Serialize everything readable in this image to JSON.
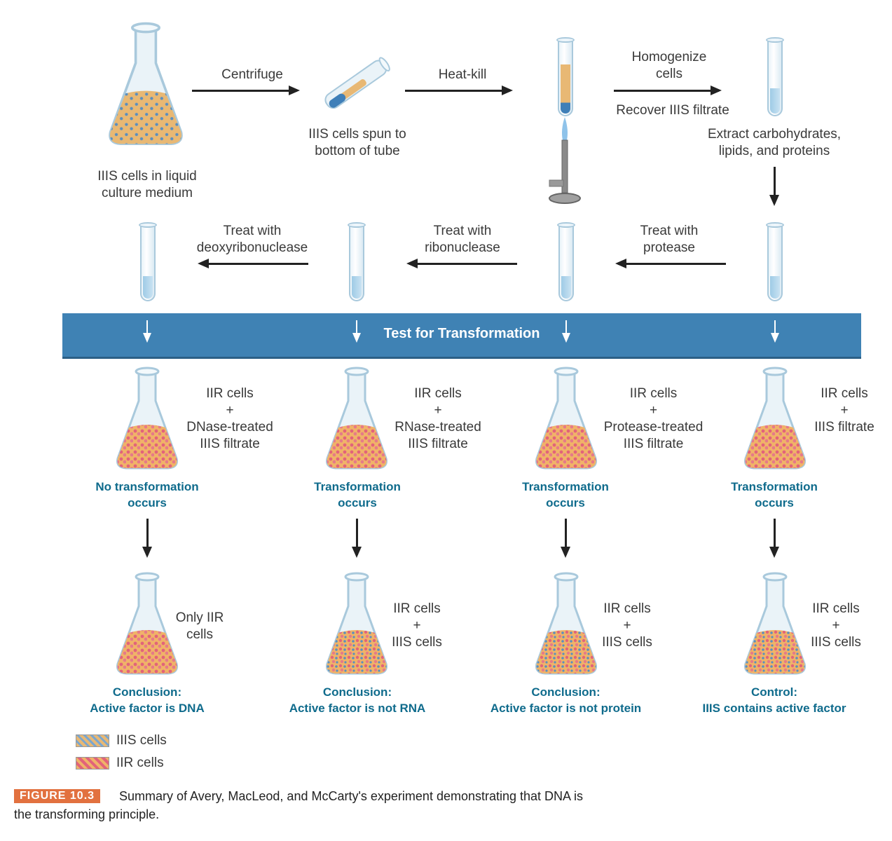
{
  "top_row": {
    "flask_label": [
      "IIIS cells in liquid",
      "culture medium"
    ],
    "step1_label": "Centrifuge",
    "spun_tube_label": [
      "IIIS cells spun to",
      "bottom of tube"
    ],
    "step2_label": "Heat-kill",
    "step3_label_top": [
      "Homogenize",
      "cells"
    ],
    "step3_label_bottom": "Recover IIIS filtrate",
    "extract_label": [
      "Extract carbohydrates,",
      "lipids, and proteins"
    ]
  },
  "treatment_row": {
    "treat_dnase": [
      "Treat with",
      "deoxyribonuclease"
    ],
    "treat_rnase": [
      "Treat with",
      "ribonuclease"
    ],
    "treat_protease": [
      "Treat with",
      "protease"
    ]
  },
  "banner": {
    "title": "Test for Transformation",
    "color": "#3f82b4"
  },
  "test_row": [
    {
      "mix": [
        "IIR cells",
        "+",
        "DNase-treated",
        "IIIS filtrate"
      ],
      "result": [
        "No transformation",
        "occurs"
      ]
    },
    {
      "mix": [
        "IIR cells",
        "+",
        "RNase-treated",
        "IIIS filtrate"
      ],
      "result": [
        "Transformation",
        "occurs"
      ]
    },
    {
      "mix": [
        "IIR cells",
        "+",
        "Protease-treated",
        "IIIS filtrate"
      ],
      "result": [
        "Transformation",
        "occurs"
      ]
    },
    {
      "mix": [
        "IIR cells",
        "+",
        "IIIS filtrate"
      ],
      "result": [
        "Transformation",
        "occurs"
      ]
    }
  ],
  "outcome_row": [
    {
      "contents": [
        "Only IIR",
        "cells"
      ],
      "conclusion": [
        "Conclusion:",
        "Active factor is DNA"
      ]
    },
    {
      "contents": [
        "IIR cells",
        "+",
        "IIIS cells"
      ],
      "conclusion": [
        "Conclusion:",
        "Active factor is not RNA"
      ]
    },
    {
      "contents": [
        "IIR cells",
        "+",
        "IIIS cells"
      ],
      "conclusion": [
        "Conclusion:",
        "Active factor is not protein"
      ]
    },
    {
      "contents": [
        "IIR cells",
        "+",
        "IIIS cells"
      ],
      "conclusion": [
        "Control:",
        "IIIS contains active factor"
      ]
    }
  ],
  "legend": [
    {
      "label": "IIIS cells",
      "swatch": "iiis"
    },
    {
      "label": "IIR cells",
      "swatch": "iir"
    }
  ],
  "figure": {
    "tag": "FIGURE 10.3",
    "tag_color": "#e2713f",
    "caption_line1": "Summary of Avery, MacLeod, and McCarty's experiment demonstrating that DNA is",
    "caption_line2": "the transforming principle."
  },
  "colors": {
    "result_text": "#0f6b8c",
    "iiis_cells": "#5a8fbf",
    "iir_cells": "#e2637a",
    "culture_medium": "#e8b874"
  }
}
